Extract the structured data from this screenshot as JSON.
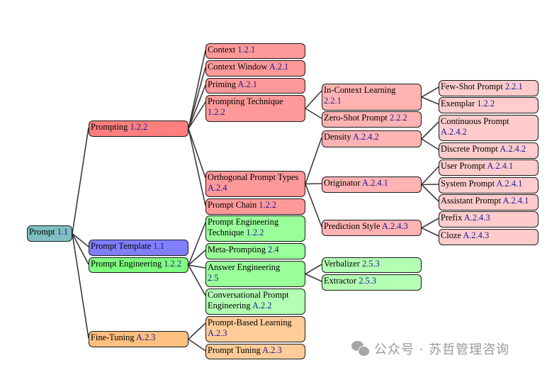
{
  "diagram": {
    "type": "taxonomy-tree",
    "nodes": [
      {
        "id": "prompt",
        "label": "Prompt",
        "ref": "1.1",
        "color": "#7fbfbf",
        "parent": null
      },
      {
        "id": "prompting",
        "label": "Prompting",
        "ref": "1.2.2",
        "color": "#ff7f7f",
        "parent": "prompt"
      },
      {
        "id": "prompt-template",
        "label": "Prompt Template",
        "ref": "1.1",
        "color": "#7f7fff",
        "parent": "prompt"
      },
      {
        "id": "prompt-engineering",
        "label": "Prompt Engineering",
        "ref": "1.2.2",
        "color": "#7fff7f",
        "parent": "prompt"
      },
      {
        "id": "fine-tuning",
        "label": "Fine-Tuning",
        "ref": "A.2.3",
        "color": "#ffbf7f",
        "parent": "prompt"
      },
      {
        "id": "context",
        "label": "Context",
        "ref": "1.2.1",
        "color": "#ff9999",
        "parent": "prompting"
      },
      {
        "id": "context-window",
        "label": "Context Window",
        "ref": "A.2.1",
        "color": "#ff9999",
        "parent": "prompting"
      },
      {
        "id": "priming",
        "label": "Priming",
        "ref": "A.2.1",
        "color": "#ff9999",
        "parent": "prompting"
      },
      {
        "id": "prompting-technique",
        "label": "Prompting Technique",
        "ref": "1.2.2",
        "color": "#ff9999",
        "parent": "prompting"
      },
      {
        "id": "orthogonal-prompt-types",
        "label": "Orthogonal Prompt Types",
        "ref": "A.2.4",
        "color": "#ff9999",
        "parent": "prompting"
      },
      {
        "id": "prompt-chain",
        "label": "Prompt Chain",
        "ref": "1.2.2",
        "color": "#ff9999",
        "parent": "prompting"
      },
      {
        "id": "in-context-learning",
        "label": "In-Context Learning",
        "ref": "2.2.1",
        "color": "#ffb3b3",
        "parent": "prompting-technique"
      },
      {
        "id": "zero-shot-prompt",
        "label": "Zero-Shot Prompt",
        "ref": "2.2.2",
        "color": "#ffb3b3",
        "parent": "prompting-technique"
      },
      {
        "id": "few-shot-prompt",
        "label": "Few-Shot Prompt",
        "ref": "2.2.1",
        "color": "#ffcccc",
        "parent": "in-context-learning"
      },
      {
        "id": "exemplar",
        "label": "Exemplar",
        "ref": "1.2.2",
        "color": "#ffcccc",
        "parent": "in-context-learning"
      },
      {
        "id": "density",
        "label": "Density",
        "ref": "A.2.4.2",
        "color": "#ffb3b3",
        "parent": "orthogonal-prompt-types"
      },
      {
        "id": "originator",
        "label": "Originator",
        "ref": "A.2.4.1",
        "color": "#ffb3b3",
        "parent": "orthogonal-prompt-types"
      },
      {
        "id": "prediction-style",
        "label": "Prediction Style",
        "ref": "A.2.4.3",
        "color": "#ffb3b3",
        "parent": "orthogonal-prompt-types"
      },
      {
        "id": "continuous-prompt",
        "label": "Continuous Prompt",
        "ref": "A.2.4.2",
        "color": "#ffcccc",
        "parent": "density"
      },
      {
        "id": "discrete-prompt",
        "label": "Discrete Prompt",
        "ref": "A.2.4.2",
        "color": "#ffcccc",
        "parent": "density"
      },
      {
        "id": "user-prompt",
        "label": "User Prompt",
        "ref": "A.2.4.1",
        "color": "#ffcccc",
        "parent": "originator"
      },
      {
        "id": "system-prompt",
        "label": "System Prompt",
        "ref": "A.2.4.1",
        "color": "#ffcccc",
        "parent": "originator"
      },
      {
        "id": "assistant-prompt",
        "label": "Assistant Prompt",
        "ref": "A.2.4.1",
        "color": "#ffcccc",
        "parent": "originator"
      },
      {
        "id": "prefix",
        "label": "Prefix",
        "ref": "A.2.4.3",
        "color": "#ffcccc",
        "parent": "prediction-style"
      },
      {
        "id": "cloze",
        "label": "Cloze",
        "ref": "A.2.4.3",
        "color": "#ffcccc",
        "parent": "prediction-style"
      },
      {
        "id": "prompt-engineering-technique",
        "label": "Prompt Engineering Technique",
        "ref": "1.2.2",
        "color": "#99ff99",
        "parent": "prompt-engineering"
      },
      {
        "id": "meta-prompting",
        "label": "Meta-Prompting",
        "ref": "2.4",
        "color": "#99ff99",
        "parent": "prompt-engineering"
      },
      {
        "id": "answer-engineering",
        "label": "Answer Engineering",
        "ref": "2.5",
        "color": "#99ff99",
        "parent": "prompt-engineering"
      },
      {
        "id": "conversational-prompt-engineering",
        "label": "Conversational Prompt Engineering",
        "ref": "A.2.2",
        "color": "#b3ffb3",
        "parent": "prompt-engineering"
      },
      {
        "id": "verbalizer",
        "label": "Verbalizer",
        "ref": "2.5.3",
        "color": "#b3ffb3",
        "parent": "answer-engineering"
      },
      {
        "id": "extractor",
        "label": "Extractor",
        "ref": "2.5.3",
        "color": "#b3ffb3",
        "parent": "answer-engineering"
      },
      {
        "id": "prompt-based-learning",
        "label": "Prompt-Based Learning",
        "ref": "A.2.3",
        "color": "#ffcc99",
        "parent": "fine-tuning"
      },
      {
        "id": "prompt-tuning",
        "label": "Prompt Tuning",
        "ref": "A.2.3",
        "color": "#ffcc99",
        "parent": "fine-tuning"
      }
    ]
  },
  "watermark": {
    "icon": "wechat-icon",
    "text": "公众号 · 苏哲管理咨询"
  }
}
